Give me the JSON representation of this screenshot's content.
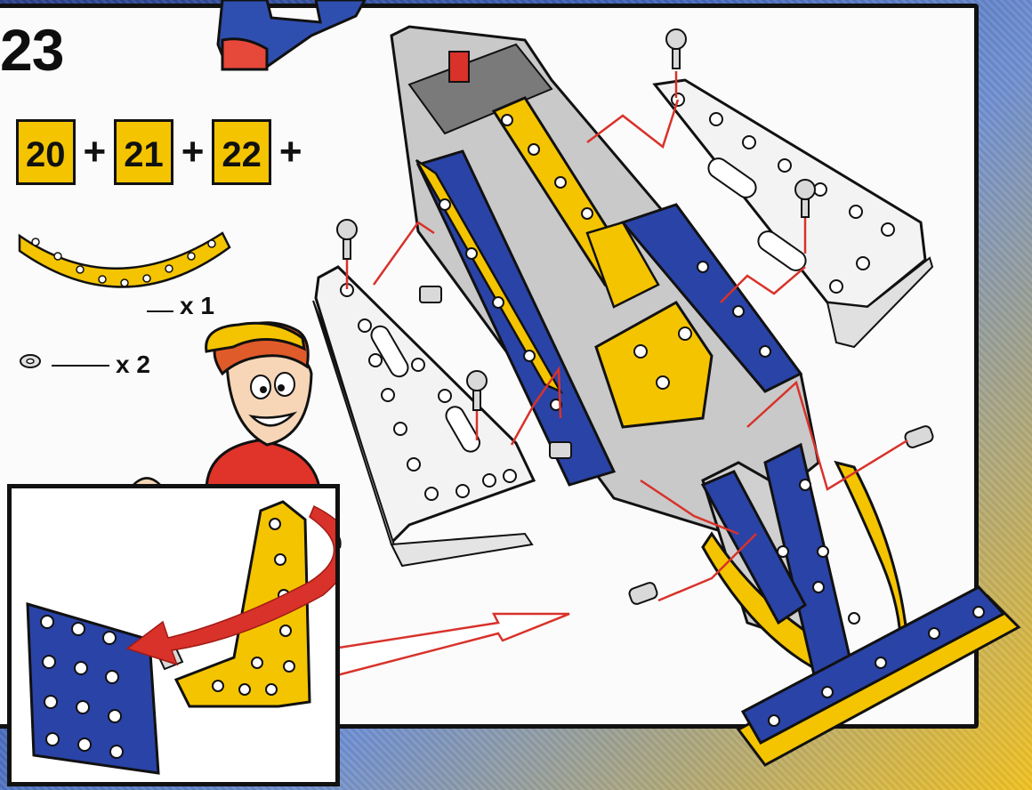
{
  "step": {
    "number": "23"
  },
  "formula": {
    "refs": [
      "20",
      "21",
      "22"
    ],
    "operator": "+"
  },
  "parts": [
    {
      "name": "curved-strip-part",
      "quantity": "x 1"
    },
    {
      "name": "washer-part",
      "quantity": "x 2"
    }
  ],
  "colors": {
    "yellow": "#f4c400",
    "blue": "#2a43a6",
    "red_line": "#d8322a",
    "metal": "#e6e6e6",
    "frame_dark": "#111111"
  }
}
